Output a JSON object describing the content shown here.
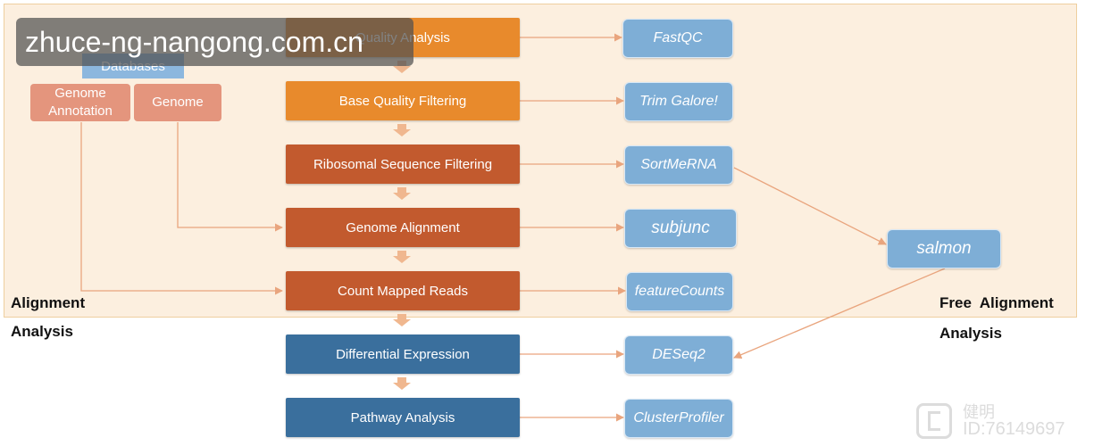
{
  "pipeline_steps": [
    {
      "label": "Quality Analysis",
      "color": "#e88a2c"
    },
    {
      "label": "Base Quality Filtering",
      "color": "#e88a2c"
    },
    {
      "label": "Ribosomal Sequence Filtering",
      "color": "#c25a2e"
    },
    {
      "label": "Genome Alignment",
      "color": "#c25a2e"
    },
    {
      "label": "Count Mapped Reads",
      "color": "#c25a2e"
    },
    {
      "label": "Differential Expression",
      "color": "#3a6f9d"
    },
    {
      "label": "Pathway Analysis",
      "color": "#3a6f9d"
    }
  ],
  "tools": [
    "FastQC",
    "Trim Galore!",
    "SortMeRNA",
    "subjunc",
    "featureCounts",
    "DESeq2",
    "ClusterProfiler"
  ],
  "alt_tool": "salmon",
  "references": {
    "databases": "Databases",
    "genome_annotation": "Genome Annotation",
    "genome": "Genome"
  },
  "region_labels": {
    "alignment_line1": "Alignment",
    "alignment_line2": "Analysis",
    "free_line1": "Free  Alignment",
    "free_line2": "Analysis"
  },
  "watermark": {
    "site": "zhuce-ng-nangong.com.cn",
    "name": "健明",
    "id": "ID:76149697"
  },
  "colors": {
    "background_region": "#fcefdf",
    "arrow": "#f0b78f",
    "tool_box": "#7eaed6"
  }
}
